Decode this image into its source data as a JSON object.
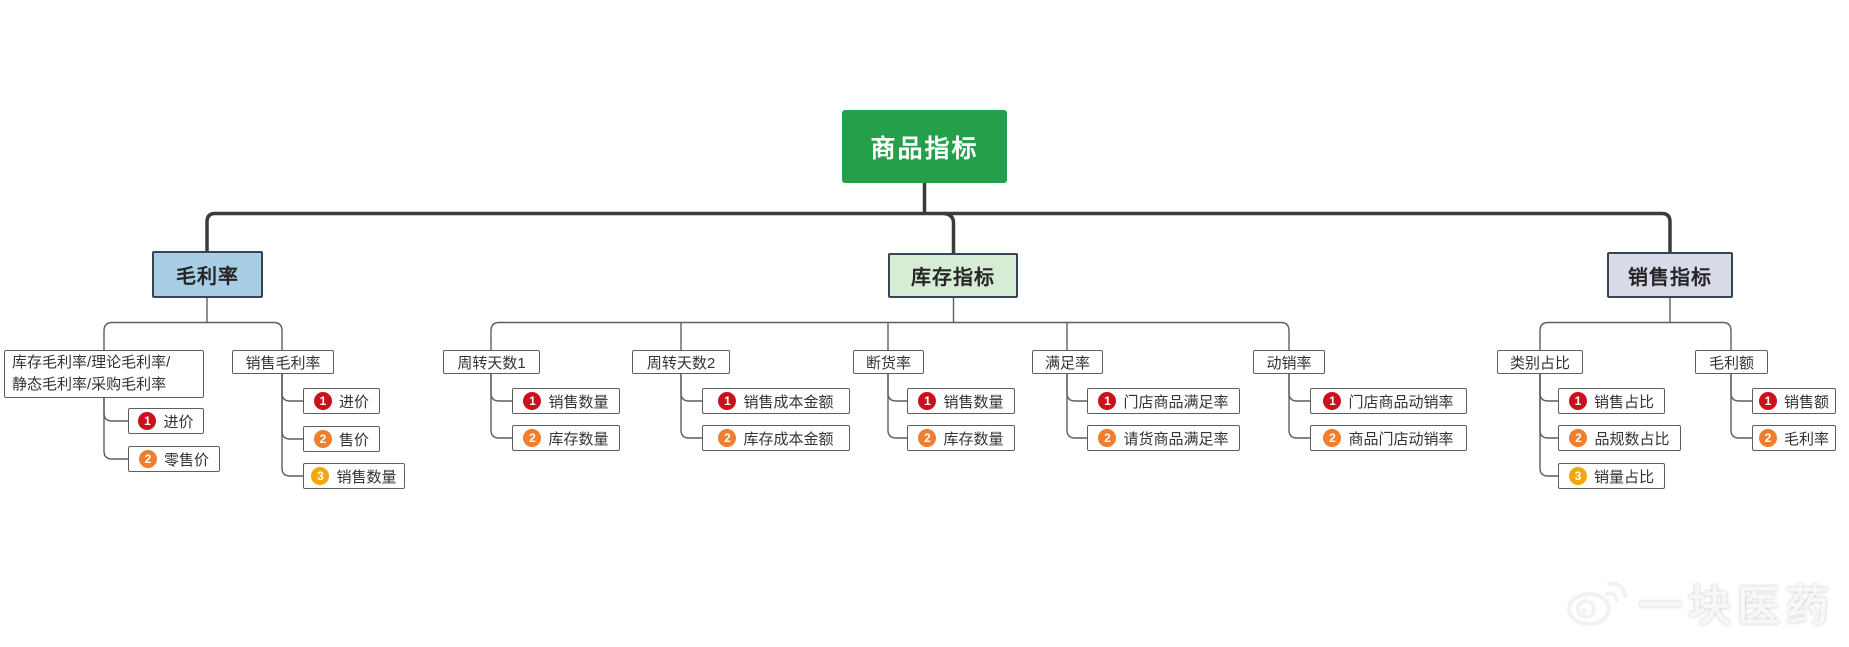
{
  "diagram": {
    "root": {
      "label": "商品指标"
    },
    "branches": [
      {
        "label": "毛利率",
        "children": [
          {
            "lines": [
              "库存毛利率/理论毛利率/",
              "静态毛利率/采购毛利率"
            ],
            "leaves": [
              {
                "num": "1",
                "label": "进价"
              },
              {
                "num": "2",
                "label": "零售价"
              }
            ]
          },
          {
            "label": "销售毛利率",
            "leaves": [
              {
                "num": "1",
                "label": "进价"
              },
              {
                "num": "2",
                "label": "售价"
              },
              {
                "num": "3",
                "label": "销售数量"
              }
            ]
          }
        ]
      },
      {
        "label": "库存指标",
        "children": [
          {
            "label": "周转天数1",
            "leaves": [
              {
                "num": "1",
                "label": "销售数量"
              },
              {
                "num": "2",
                "label": "库存数量"
              }
            ]
          },
          {
            "label": "周转天数2",
            "leaves": [
              {
                "num": "1",
                "label": "销售成本金额"
              },
              {
                "num": "2",
                "label": "库存成本金额"
              }
            ]
          },
          {
            "label": "断货率",
            "leaves": [
              {
                "num": "1",
                "label": "销售数量"
              },
              {
                "num": "2",
                "label": "库存数量"
              }
            ]
          },
          {
            "label": "满足率",
            "leaves": [
              {
                "num": "1",
                "label": "门店商品满足率"
              },
              {
                "num": "2",
                "label": "请货商品满足率"
              }
            ]
          },
          {
            "label": "动销率",
            "leaves": [
              {
                "num": "1",
                "label": "门店商品动销率"
              },
              {
                "num": "2",
                "label": "商品门店动销率"
              }
            ]
          }
        ]
      },
      {
        "label": "销售指标",
        "children": [
          {
            "label": "类别占比",
            "leaves": [
              {
                "num": "1",
                "label": "销售占比"
              },
              {
                "num": "2",
                "label": "品规数占比"
              },
              {
                "num": "3",
                "label": "销量占比"
              }
            ]
          },
          {
            "label": "毛利额",
            "leaves": [
              {
                "num": "1",
                "label": "销售额"
              },
              {
                "num": "2",
                "label": "毛利率"
              }
            ]
          }
        ]
      }
    ]
  },
  "watermark": {
    "text": "一块医药"
  },
  "colors": {
    "root_bg": "#24A04A",
    "gross_margin_bg": "#A7CEE4",
    "inventory_bg": "#D7ECD4",
    "sales_bg": "#D8DAE8",
    "badge_1": "#C9111E",
    "badge_2": "#EF7E2E",
    "badge_3": "#F4A70B",
    "trunk_line": "#3B3B3B",
    "thin_line": "#5F5F5F"
  }
}
